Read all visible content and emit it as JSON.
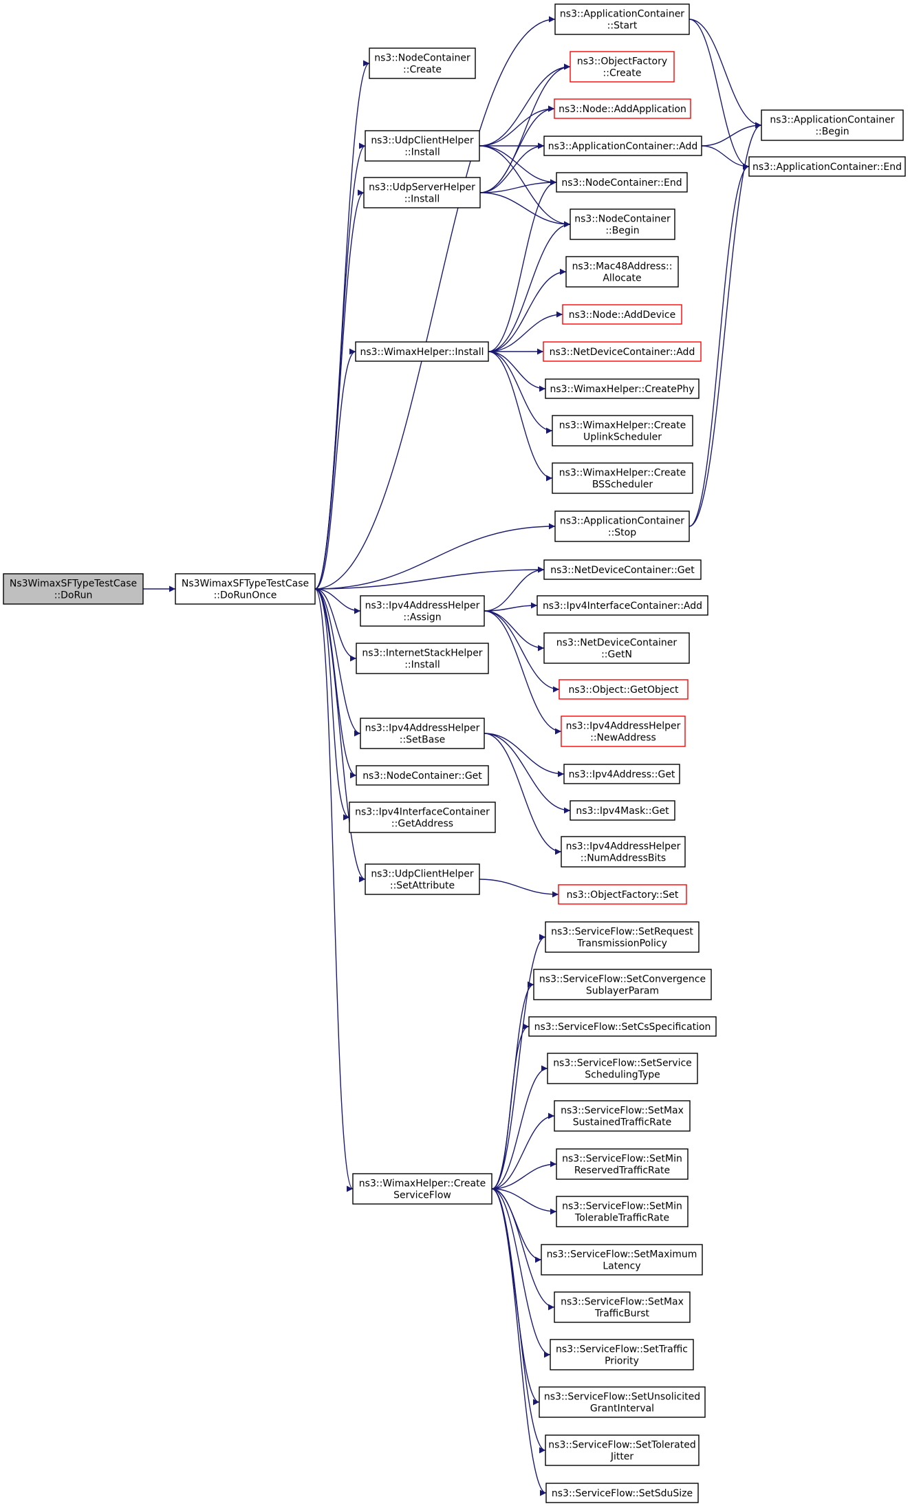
{
  "colors": {
    "edge": "#191970",
    "node_border": "#000000",
    "linked_missing_border": "#ff0000",
    "root_fill": "#bfbfbf",
    "node_fill": "#ffffff"
  },
  "nodes": [
    {
      "id": "dorun",
      "lines": [
        "Ns3WimaxSFTypeTestCase",
        "::DoRun"
      ],
      "kind": "root"
    },
    {
      "id": "doruneonce",
      "lines": [
        "Ns3WimaxSFTypeTestCase",
        "::DoRunOnce"
      ],
      "kind": "normal"
    },
    {
      "id": "appstart",
      "lines": [
        "ns3::ApplicationContainer",
        "::Start"
      ],
      "kind": "normal"
    },
    {
      "id": "nccreate",
      "lines": [
        "ns3::NodeContainer",
        "::Create"
      ],
      "kind": "normal"
    },
    {
      "id": "ofcreate",
      "lines": [
        "ns3::ObjectFactory",
        "::Create"
      ],
      "kind": "red"
    },
    {
      "id": "nodeaddapp",
      "lines": [
        "ns3::Node::AddApplication"
      ],
      "kind": "red"
    },
    {
      "id": "appbegin",
      "lines": [
        "ns3::ApplicationContainer",
        "::Begin"
      ],
      "kind": "normal"
    },
    {
      "id": "udpclientinstall",
      "lines": [
        "ns3::UdpClientHelper",
        "::Install"
      ],
      "kind": "normal"
    },
    {
      "id": "appadd",
      "lines": [
        "ns3::ApplicationContainer::Add"
      ],
      "kind": "normal"
    },
    {
      "id": "append",
      "lines": [
        "ns3::ApplicationContainer::End"
      ],
      "kind": "normal"
    },
    {
      "id": "udpserverinstall",
      "lines": [
        "ns3::UdpServerHelper",
        "::Install"
      ],
      "kind": "normal"
    },
    {
      "id": "ncend",
      "lines": [
        "ns3::NodeContainer::End"
      ],
      "kind": "normal"
    },
    {
      "id": "ncbegin",
      "lines": [
        "ns3::NodeContainer",
        "::Begin"
      ],
      "kind": "normal"
    },
    {
      "id": "mac48",
      "lines": [
        "ns3::Mac48Address::",
        "Allocate"
      ],
      "kind": "normal"
    },
    {
      "id": "nodeadddevice",
      "lines": [
        "ns3::Node::AddDevice"
      ],
      "kind": "red"
    },
    {
      "id": "wimaxinstall",
      "lines": [
        "ns3::WimaxHelper::Install"
      ],
      "kind": "normal"
    },
    {
      "id": "ndcadd",
      "lines": [
        "ns3::NetDeviceContainer::Add"
      ],
      "kind": "red"
    },
    {
      "id": "createphy",
      "lines": [
        "ns3::WimaxHelper::CreatePhy"
      ],
      "kind": "normal"
    },
    {
      "id": "createuplink",
      "lines": [
        "ns3::WimaxHelper::Create",
        "UplinkScheduler"
      ],
      "kind": "normal"
    },
    {
      "id": "createbs",
      "lines": [
        "ns3::WimaxHelper::Create",
        "BSScheduler"
      ],
      "kind": "normal"
    },
    {
      "id": "appstop",
      "lines": [
        "ns3::ApplicationContainer",
        "::Stop"
      ],
      "kind": "normal"
    },
    {
      "id": "ndcget",
      "lines": [
        "ns3::NetDeviceContainer::Get"
      ],
      "kind": "normal"
    },
    {
      "id": "ipv4assign",
      "lines": [
        "ns3::Ipv4AddressHelper",
        "::Assign"
      ],
      "kind": "normal"
    },
    {
      "id": "ipv4icadd",
      "lines": [
        "ns3::Ipv4InterfaceContainer::Add"
      ],
      "kind": "normal"
    },
    {
      "id": "ndcgetn",
      "lines": [
        "ns3::NetDeviceContainer",
        "::GetN"
      ],
      "kind": "normal"
    },
    {
      "id": "internetinstall",
      "lines": [
        "ns3::InternetStackHelper",
        "::Install"
      ],
      "kind": "normal"
    },
    {
      "id": "getobject",
      "lines": [
        "ns3::Object::GetObject"
      ],
      "kind": "red"
    },
    {
      "id": "newaddress",
      "lines": [
        "ns3::Ipv4AddressHelper",
        "::NewAddress"
      ],
      "kind": "red"
    },
    {
      "id": "setbase",
      "lines": [
        "ns3::Ipv4AddressHelper",
        "::SetBase"
      ],
      "kind": "normal"
    },
    {
      "id": "ncget",
      "lines": [
        "ns3::NodeContainer::Get"
      ],
      "kind": "normal"
    },
    {
      "id": "ipv4addrget",
      "lines": [
        "ns3::Ipv4Address::Get"
      ],
      "kind": "normal"
    },
    {
      "id": "ipv4maskget",
      "lines": [
        "ns3::Ipv4Mask::Get"
      ],
      "kind": "normal"
    },
    {
      "id": "getaddress",
      "lines": [
        "ns3::Ipv4InterfaceContainer",
        "::GetAddress"
      ],
      "kind": "normal"
    },
    {
      "id": "numaddrbits",
      "lines": [
        "ns3::Ipv4AddressHelper",
        "::NumAddressBits"
      ],
      "kind": "normal"
    },
    {
      "id": "udpsetattr",
      "lines": [
        "ns3::UdpClientHelper",
        "::SetAttribute"
      ],
      "kind": "normal"
    },
    {
      "id": "ofset",
      "lines": [
        "ns3::ObjectFactory::Set"
      ],
      "kind": "red"
    },
    {
      "id": "sf_reqtx",
      "lines": [
        "ns3::ServiceFlow::SetRequest",
        "TransmissionPolicy"
      ],
      "kind": "normal"
    },
    {
      "id": "sf_conv",
      "lines": [
        "ns3::ServiceFlow::SetConvergence",
        "SublayerParam"
      ],
      "kind": "normal"
    },
    {
      "id": "sf_cs",
      "lines": [
        "ns3::ServiceFlow::SetCsSpecification"
      ],
      "kind": "normal"
    },
    {
      "id": "sf_sched",
      "lines": [
        "ns3::ServiceFlow::SetService",
        "SchedulingType"
      ],
      "kind": "normal"
    },
    {
      "id": "sf_maxsus",
      "lines": [
        "ns3::ServiceFlow::SetMax",
        "SustainedTrafficRate"
      ],
      "kind": "normal"
    },
    {
      "id": "sf_minres",
      "lines": [
        "ns3::ServiceFlow::SetMin",
        "ReservedTrafficRate"
      ],
      "kind": "normal"
    },
    {
      "id": "createsf",
      "lines": [
        "ns3::WimaxHelper::Create",
        "ServiceFlow"
      ],
      "kind": "normal"
    },
    {
      "id": "sf_mintol",
      "lines": [
        "ns3::ServiceFlow::SetMin",
        "TolerableTrafficRate"
      ],
      "kind": "normal"
    },
    {
      "id": "sf_maxlat",
      "lines": [
        "ns3::ServiceFlow::SetMaximum",
        "Latency"
      ],
      "kind": "normal"
    },
    {
      "id": "sf_maxburst",
      "lines": [
        "ns3::ServiceFlow::SetMax",
        "TrafficBurst"
      ],
      "kind": "normal"
    },
    {
      "id": "sf_prio",
      "lines": [
        "ns3::ServiceFlow::SetTraffic",
        "Priority"
      ],
      "kind": "normal"
    },
    {
      "id": "sf_ugi",
      "lines": [
        "ns3::ServiceFlow::SetUnsolicited",
        "GrantInterval"
      ],
      "kind": "normal"
    },
    {
      "id": "sf_jitter",
      "lines": [
        "ns3::ServiceFlow::SetTolerated",
        "Jitter"
      ],
      "kind": "normal"
    },
    {
      "id": "sf_sdu",
      "lines": [
        "ns3::ServiceFlow::SetSduSize"
      ],
      "kind": "normal"
    }
  ],
  "edges": [
    [
      "dorun",
      "doruneonce"
    ],
    [
      "doruneonce",
      "appstart"
    ],
    [
      "doruneonce",
      "nccreate"
    ],
    [
      "doruneonce",
      "udpclientinstall"
    ],
    [
      "doruneonce",
      "udpserverinstall"
    ],
    [
      "doruneonce",
      "wimaxinstall"
    ],
    [
      "doruneonce",
      "appstop"
    ],
    [
      "doruneonce",
      "ndcget"
    ],
    [
      "doruneonce",
      "ipv4assign"
    ],
    [
      "doruneonce",
      "internetinstall"
    ],
    [
      "doruneonce",
      "setbase"
    ],
    [
      "doruneonce",
      "ncget"
    ],
    [
      "doruneonce",
      "getaddress"
    ],
    [
      "doruneonce",
      "udpsetattr"
    ],
    [
      "doruneonce",
      "createsf"
    ],
    [
      "appstart",
      "appbegin"
    ],
    [
      "appstart",
      "append"
    ],
    [
      "udpclientinstall",
      "ofcreate"
    ],
    [
      "udpclientinstall",
      "nodeaddapp"
    ],
    [
      "udpclientinstall",
      "appadd"
    ],
    [
      "udpclientinstall",
      "ncend"
    ],
    [
      "udpclientinstall",
      "ncbegin"
    ],
    [
      "udpserverinstall",
      "ofcreate"
    ],
    [
      "udpserverinstall",
      "nodeaddapp"
    ],
    [
      "udpserverinstall",
      "appadd"
    ],
    [
      "udpserverinstall",
      "ncend"
    ],
    [
      "udpserverinstall",
      "ncbegin"
    ],
    [
      "appadd",
      "appbegin"
    ],
    [
      "appadd",
      "append"
    ],
    [
      "wimaxinstall",
      "ncend"
    ],
    [
      "wimaxinstall",
      "ncbegin"
    ],
    [
      "wimaxinstall",
      "mac48"
    ],
    [
      "wimaxinstall",
      "nodeadddevice"
    ],
    [
      "wimaxinstall",
      "ndcadd"
    ],
    [
      "wimaxinstall",
      "createphy"
    ],
    [
      "wimaxinstall",
      "createuplink"
    ],
    [
      "wimaxinstall",
      "createbs"
    ],
    [
      "appstop",
      "appbegin"
    ],
    [
      "appstop",
      "append"
    ],
    [
      "ipv4assign",
      "ndcget"
    ],
    [
      "ipv4assign",
      "ipv4icadd"
    ],
    [
      "ipv4assign",
      "ndcgetn"
    ],
    [
      "ipv4assign",
      "getobject"
    ],
    [
      "ipv4assign",
      "newaddress"
    ],
    [
      "setbase",
      "ipv4addrget"
    ],
    [
      "setbase",
      "ipv4maskget"
    ],
    [
      "setbase",
      "numaddrbits"
    ],
    [
      "udpsetattr",
      "ofset"
    ],
    [
      "createsf",
      "sf_reqtx"
    ],
    [
      "createsf",
      "sf_conv"
    ],
    [
      "createsf",
      "sf_cs"
    ],
    [
      "createsf",
      "sf_sched"
    ],
    [
      "createsf",
      "sf_maxsus"
    ],
    [
      "createsf",
      "sf_minres"
    ],
    [
      "createsf",
      "sf_mintol"
    ],
    [
      "createsf",
      "sf_maxlat"
    ],
    [
      "createsf",
      "sf_maxburst"
    ],
    [
      "createsf",
      "sf_prio"
    ],
    [
      "createsf",
      "sf_ugi"
    ],
    [
      "createsf",
      "sf_jitter"
    ],
    [
      "createsf",
      "sf_sdu"
    ]
  ]
}
